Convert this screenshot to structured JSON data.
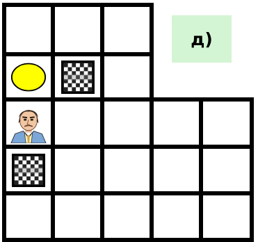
{
  "board": {
    "rows": 5,
    "columns": 5,
    "cells": [
      [
        1,
        1,
        1,
        0,
        0
      ],
      [
        1,
        1,
        1,
        0,
        0
      ],
      [
        1,
        1,
        1,
        1,
        1
      ],
      [
        1,
        1,
        1,
        1,
        1
      ],
      [
        1,
        1,
        1,
        1,
        1
      ]
    ],
    "pieces": [
      {
        "type": "yellow-ball",
        "row": 1,
        "col": 0
      },
      {
        "type": "checkered-block",
        "row": 1,
        "col": 1
      },
      {
        "type": "man-portrait",
        "row": 2,
        "col": 0
      },
      {
        "type": "checkered-block",
        "row": 3,
        "col": 0
      }
    ]
  },
  "label": {
    "text": "д)",
    "background": "#d3f5d3"
  },
  "colors": {
    "grid_line": "#000000",
    "ball": "#ffff00",
    "ball_outline": "#000000"
  }
}
